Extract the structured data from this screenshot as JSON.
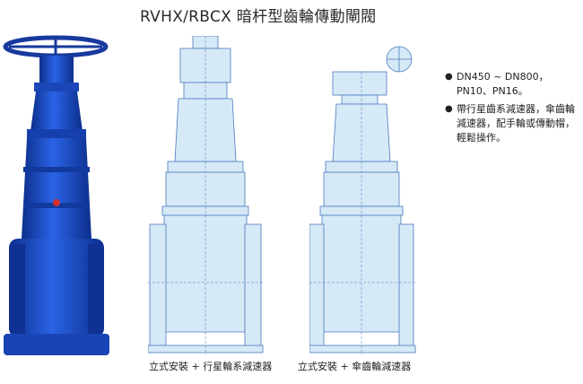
{
  "page": {
    "title": "RVHX/RBCX 暗杆型齒輪傳動閘閥"
  },
  "specs": [
    {
      "bullet": "●",
      "text": "DN450 ~ DN800，PN10、PN16。"
    },
    {
      "bullet": "●",
      "text": "帶行星齒系減速器，傘齒輪減速器，配手輪或傳動帽，輕鬆操作。"
    }
  ],
  "captions": {
    "left": "立式安裝 + 行星輪系減速器",
    "right": "立式安裝 + 傘齒輪減速器"
  },
  "colors": {
    "valve_blue": "#1b4fd0",
    "drawing_fill": "#d6e9f6",
    "drawing_line": "#4a7ac0",
    "accent_red": "#d23030"
  }
}
